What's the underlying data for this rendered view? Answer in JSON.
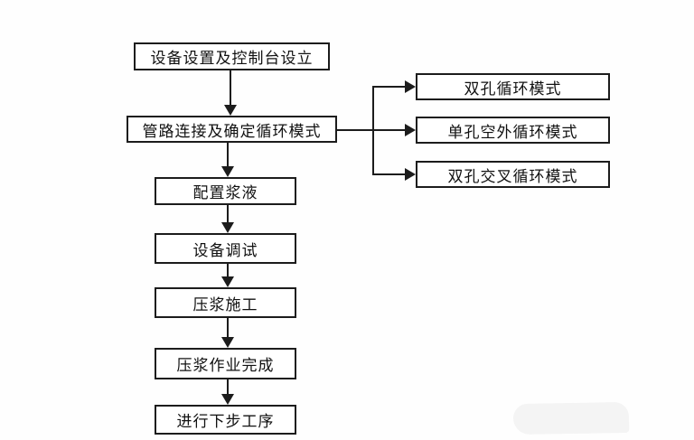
{
  "flowchart": {
    "title": "grouting-process-flowchart",
    "line_color": "#1c1c1c",
    "box_background": "#ffffff",
    "main_steps": [
      {
        "label": "设备设置及控制台设立"
      },
      {
        "label": "管路连接及确定循环模式"
      },
      {
        "label": "配置浆液"
      },
      {
        "label": "设备调试"
      },
      {
        "label": "压浆施工"
      },
      {
        "label": "压浆作业完成"
      },
      {
        "label": "进行下步工序"
      }
    ],
    "branch_modes": [
      {
        "label": "双孔循环模式"
      },
      {
        "label": "单孔空外循环模式"
      },
      {
        "label": "双孔交叉循环模式"
      }
    ]
  }
}
